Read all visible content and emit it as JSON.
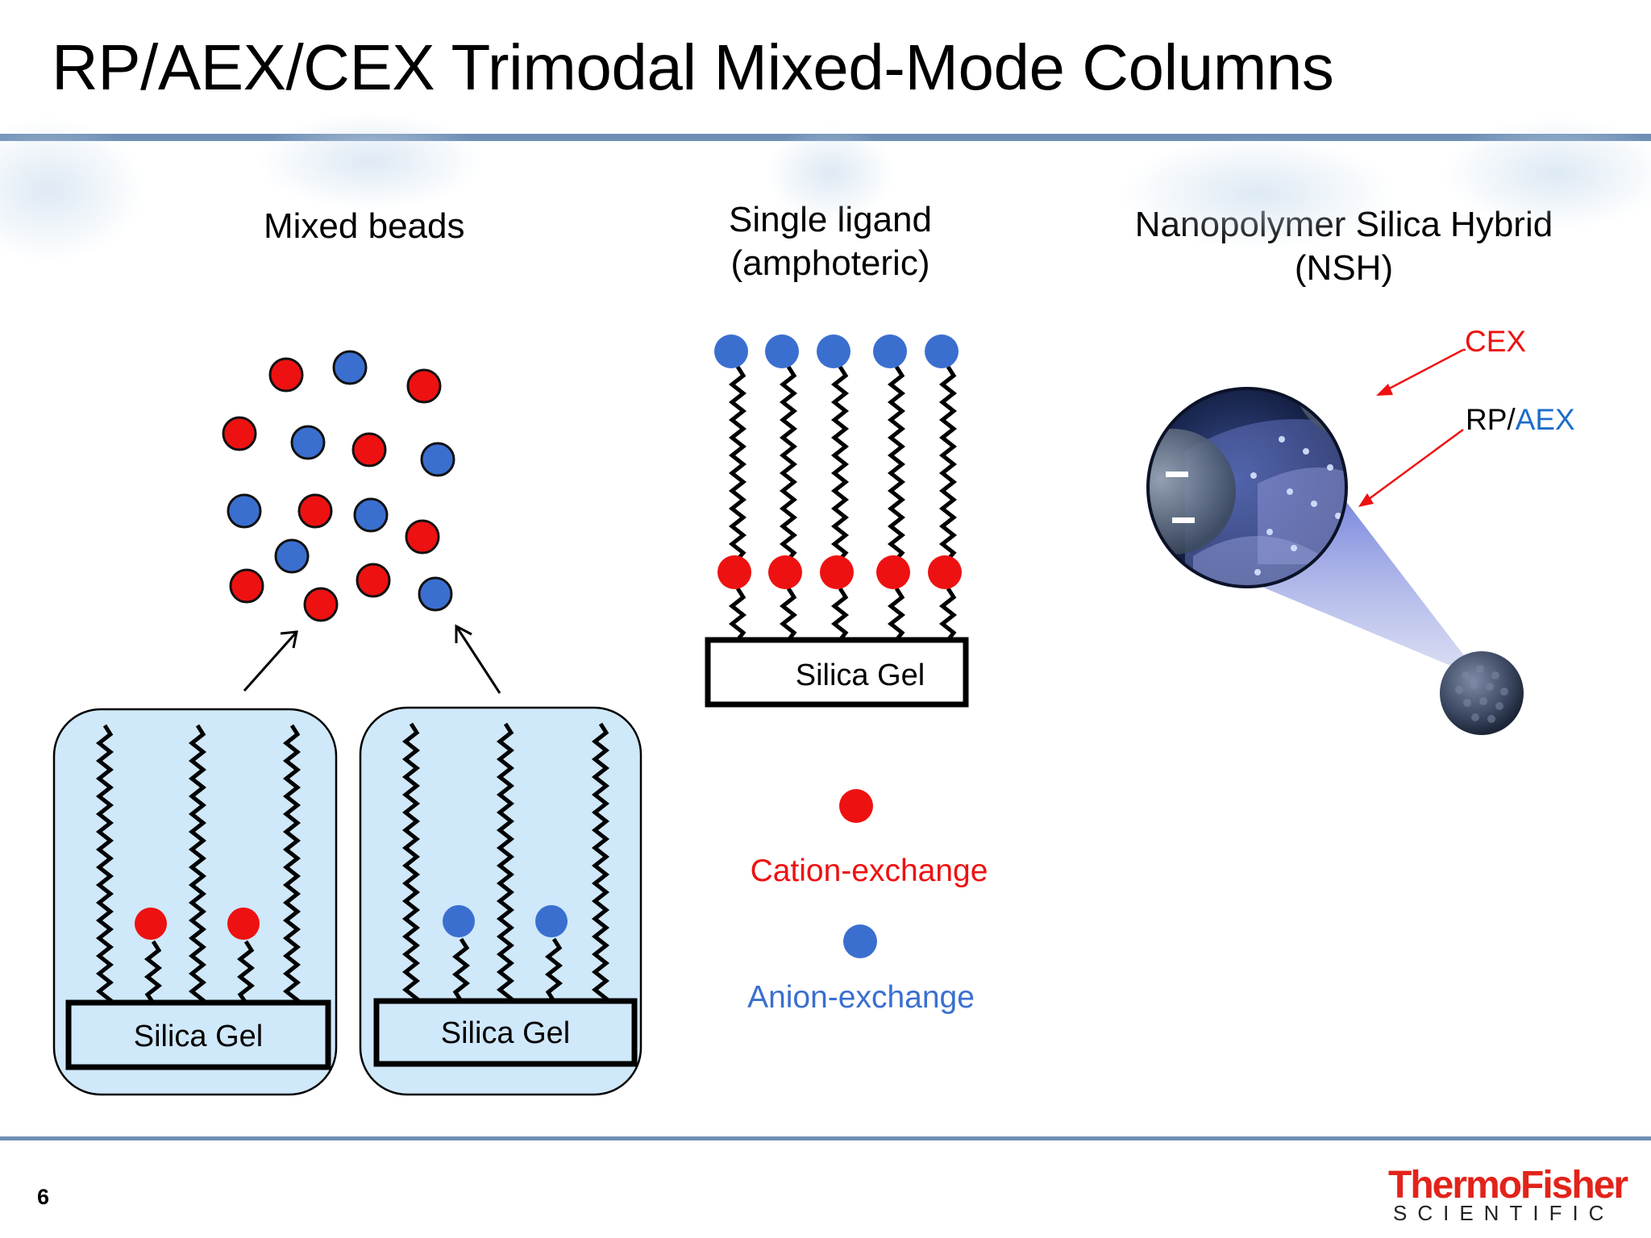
{
  "slide": {
    "title": "RP/AEX/CEX Trimodal Mixed-Mode Columns",
    "page_number": "6",
    "logo": {
      "line1": "ThermoFisher",
      "line2": "SCIENTIFIC"
    }
  },
  "sections": {
    "mixed_beads": {
      "title": "Mixed beads"
    },
    "single_ligand": {
      "title_line1": "Single ligand",
      "title_line2": "(amphoteric)"
    },
    "nsh": {
      "title_line1": "Nanopolymer Silica Hybrid",
      "title_line2": "(NSH)"
    }
  },
  "labels": {
    "silica_gel": "Silica Gel",
    "cex": "CEX",
    "rp": "RP/",
    "aex": "AEX",
    "minus": "–"
  },
  "legend": {
    "cation": "Cation-exchange",
    "anion": "Anion-exchange"
  },
  "colors": {
    "cation": "#ee1111",
    "anion": "#3a6fd0",
    "panel": "#cfe8fa",
    "rule": "#6f8fb4",
    "aex_text": "#1e6ec8",
    "brand_red": "#e2231a"
  }
}
